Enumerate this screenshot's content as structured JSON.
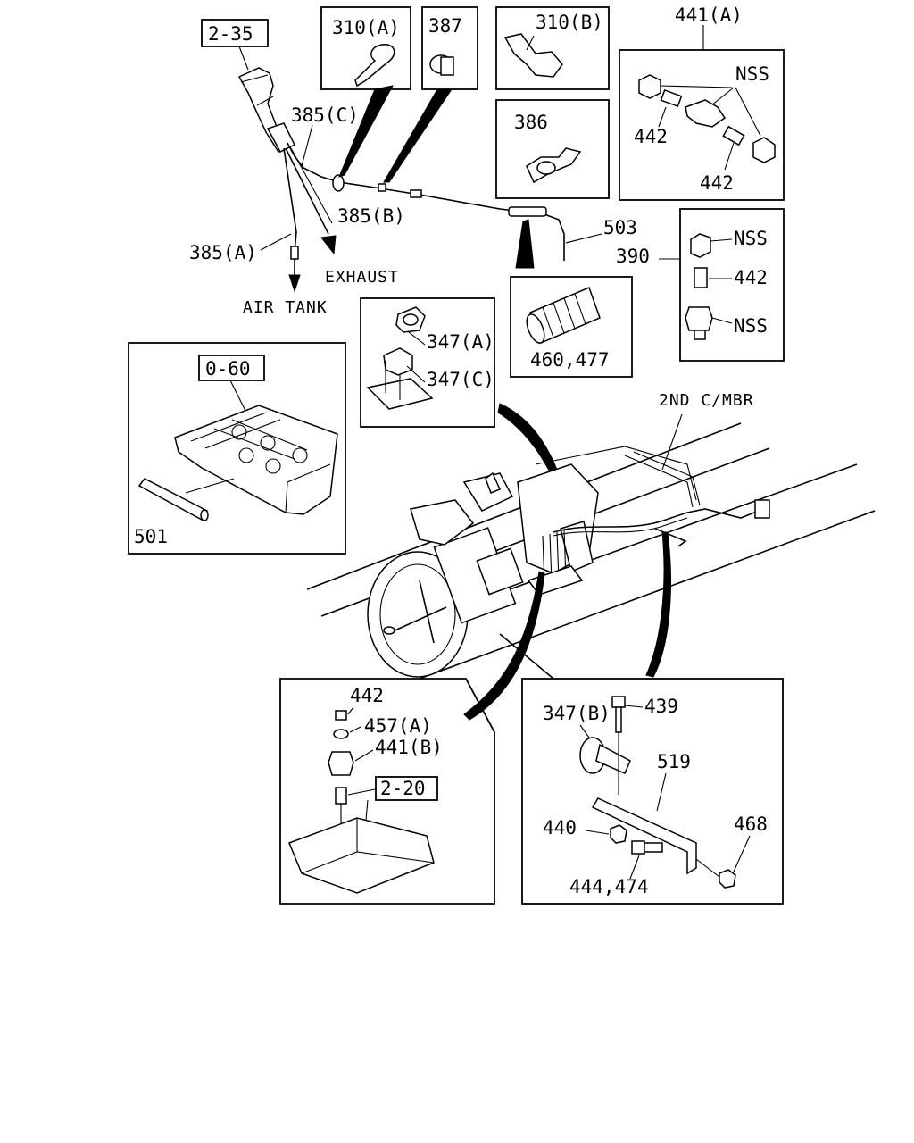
{
  "refs": {
    "ref_2_35": "2-35",
    "ref_0_60": "0-60",
    "ref_2_20": "2-20"
  },
  "labels": {
    "p310A": "310(A)",
    "p387": "387",
    "p310B": "310(B)",
    "p441A": "441(A)",
    "nss_a": "NSS",
    "p442_a1": "442",
    "p442_a2": "442",
    "p386": "386",
    "p385C": "385(C)",
    "p385B": "385(B)",
    "p385A": "385(A)",
    "exhaust": "EXHAUST",
    "air_tank": "AIR TANK",
    "p503": "503",
    "p390": "390",
    "nss_b": "NSS",
    "p442_b": "442",
    "nss_c": "NSS",
    "p347A": "347(A)",
    "p347C": "347(C)",
    "p460_477": "460,477",
    "second_mbr": "2ND C/MBR",
    "p501": "501",
    "p442_c": "442",
    "p457A": "457(A)",
    "p441B": "441(B)",
    "p347B": "347(B)",
    "p439": "439",
    "p519": "519",
    "p440": "440",
    "p468": "468",
    "p444_474": "444,474"
  }
}
